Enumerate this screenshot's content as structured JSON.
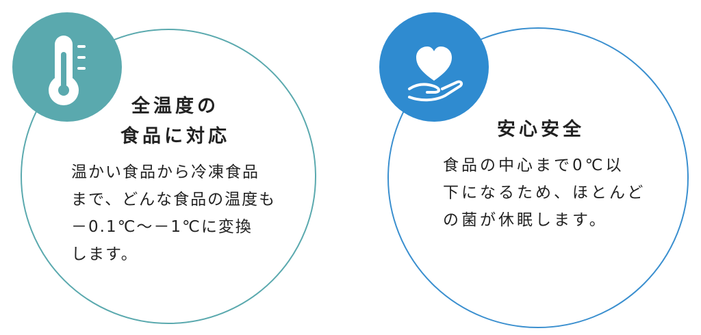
{
  "colors": {
    "teal": "#5aa9ae",
    "blue": "#2f8bd0",
    "text": "#222222"
  },
  "left_card": {
    "icon": "thermometer-icon",
    "heading_line1": "全温度の",
    "heading_line2": "食品に対応",
    "body_lines": [
      "温かい食品から冷凍食品",
      "まで、どんな食品の温度も",
      "－0.1℃～－1℃に変換",
      "します。"
    ]
  },
  "right_card": {
    "icon": "heart-hand-icon",
    "heading": "安心安全",
    "body_lines": [
      "食品の中心まで0℃以",
      "下になるため、ほとんど",
      "の菌が休眠します。"
    ]
  }
}
